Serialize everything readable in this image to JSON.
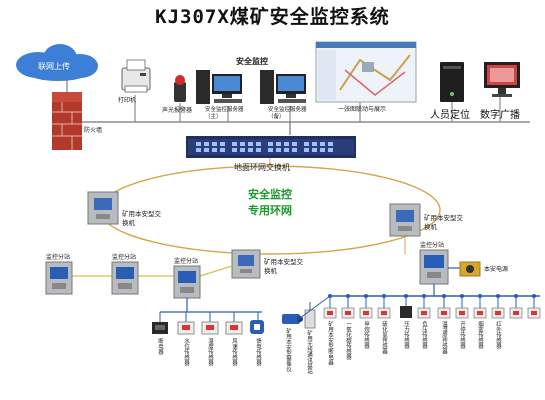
{
  "title": "KJ307X煤矿安全监控系统",
  "top": {
    "cloud": "联网上传",
    "printer": "打印机",
    "firewall": "防火墙",
    "alarm": "声光报警器",
    "host1": "安全监控服务器（主）",
    "host2": "安全监控服务器（备）",
    "group_label": "安全监控",
    "display": "一张图联动与展示",
    "personnel": "人员定位",
    "broadcast": "数字广播"
  },
  "ring": {
    "switch_label": "地面环网交换机",
    "center_line1": "安全监控",
    "center_line2": "专用环网",
    "mine_switch_left": "矿用本安型交换机",
    "mine_switch_right": "矿用本安型交换机",
    "mine_switch_bottom": "矿用本安型交换机"
  },
  "substations": {
    "left1": "监控分站",
    "left2": "监控分站",
    "left3": "监控分站",
    "right": "监控分站",
    "power": "本安电源"
  },
  "left_sensors": [
    "断电器",
    "水位传感器",
    "温度传感器",
    "风速传感器",
    "馈电传感器"
  ],
  "right_sensors": [
    "矿用本安型摄像仪",
    "矿用无线通讯基站",
    "矿用本安型断电器",
    "一氧化碳传感器",
    "甲烷传感器",
    "硫化氢传感器",
    "压力传感器",
    "负压传感器",
    "温湿度传感器",
    "开停传感器",
    "烟雾传感器",
    "红外传感器"
  ],
  "colors": {
    "ring": "#d4a64a",
    "network_green": "#1a9a2a",
    "bus_blue": "#2a5db5",
    "substation_gray": "#b8bcc0"
  }
}
